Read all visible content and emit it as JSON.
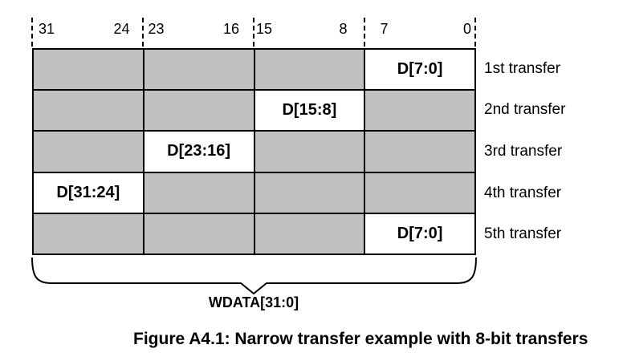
{
  "figure": {
    "bit_ruler": {
      "columns": [
        {
          "msb": "31",
          "lsb": "24"
        },
        {
          "msb": "23",
          "lsb": "16"
        },
        {
          "msb": "15",
          "lsb": "8"
        },
        {
          "msb": "7",
          "lsb": "0"
        }
      ]
    },
    "grid": {
      "gray_color": "#c1c1c1",
      "num_columns": 4,
      "rows": [
        {
          "label": "1st transfer",
          "active_col": 3,
          "data_label": "D[7:0]"
        },
        {
          "label": "2nd transfer",
          "active_col": 2,
          "data_label": "D[15:8]"
        },
        {
          "label": "3rd transfer",
          "active_col": 1,
          "data_label": "D[23:16]"
        },
        {
          "label": "4th transfer",
          "active_col": 0,
          "data_label": "D[31:24]"
        },
        {
          "label": "5th transfer",
          "active_col": 3,
          "data_label": "D[7:0]"
        }
      ]
    },
    "brace_label": "WDATA[31:0]",
    "caption": "Figure A4.1: Narrow transfer example with 8-bit transfers"
  }
}
